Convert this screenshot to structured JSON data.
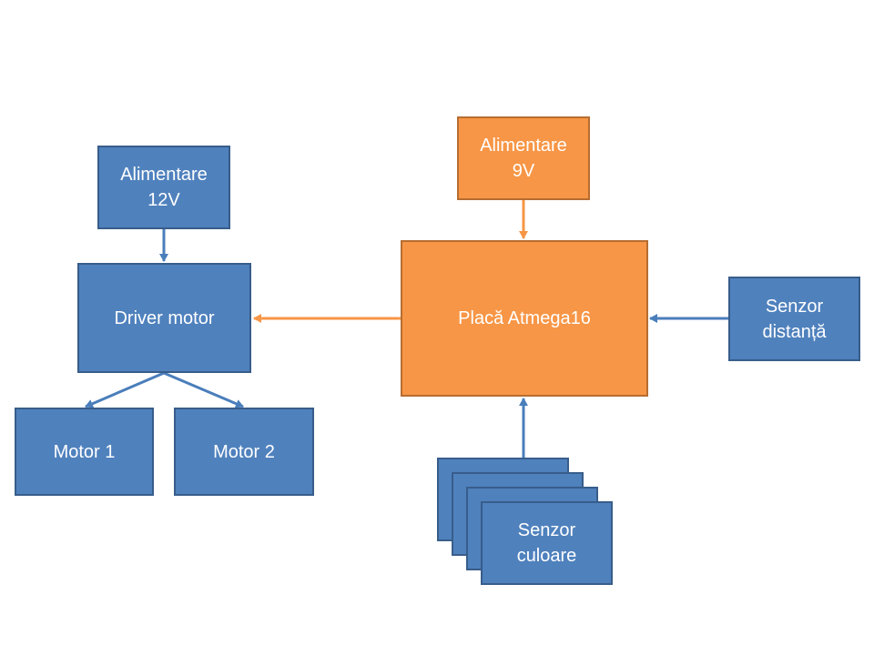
{
  "colors": {
    "block_blue": "#4f81bd",
    "block_blue_border": "#385d8a",
    "block_orange": "#f79646",
    "block_orange_border": "#b66d31",
    "arrow_blue": "#4a7ebb",
    "arrow_orange": "#f79646",
    "text": "#ffffff"
  },
  "nodes": {
    "power_12v": "Alimentare\n12V",
    "driver_motor": "Driver motor",
    "motor_1": "Motor 1",
    "motor_2": "Motor 2",
    "power_9v": "Alimentare\n9V",
    "board": "Placă Atmega16",
    "distance_sensor": "Senzor\ndistanță",
    "color_sensor": "Senzor\nculoare"
  }
}
